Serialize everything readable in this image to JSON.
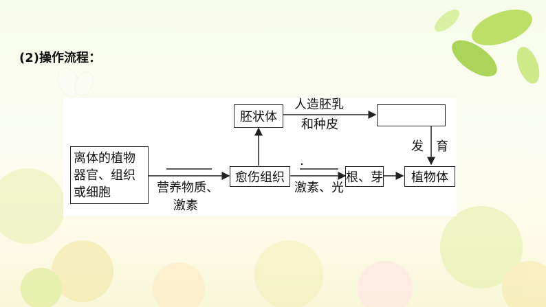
{
  "heading": "(2)操作流程：",
  "diagram": {
    "nodes": {
      "explant": "离体的植物\n器官、组织\n或细胞",
      "callus": "愈伤组织",
      "embryoid": "胚状体",
      "blank": "",
      "root_bud": "根、芽",
      "plant": "植物体"
    },
    "labels": {
      "top_arrow_upper": "人造胚乳",
      "top_arrow_lower": "和种皮",
      "explant_arrow_lower_1": "营养物质、",
      "explant_arrow_lower_2": "激素",
      "callus_arrow_lower": "激素、光",
      "develop_1": "发",
      "develop_2": "育"
    }
  }
}
